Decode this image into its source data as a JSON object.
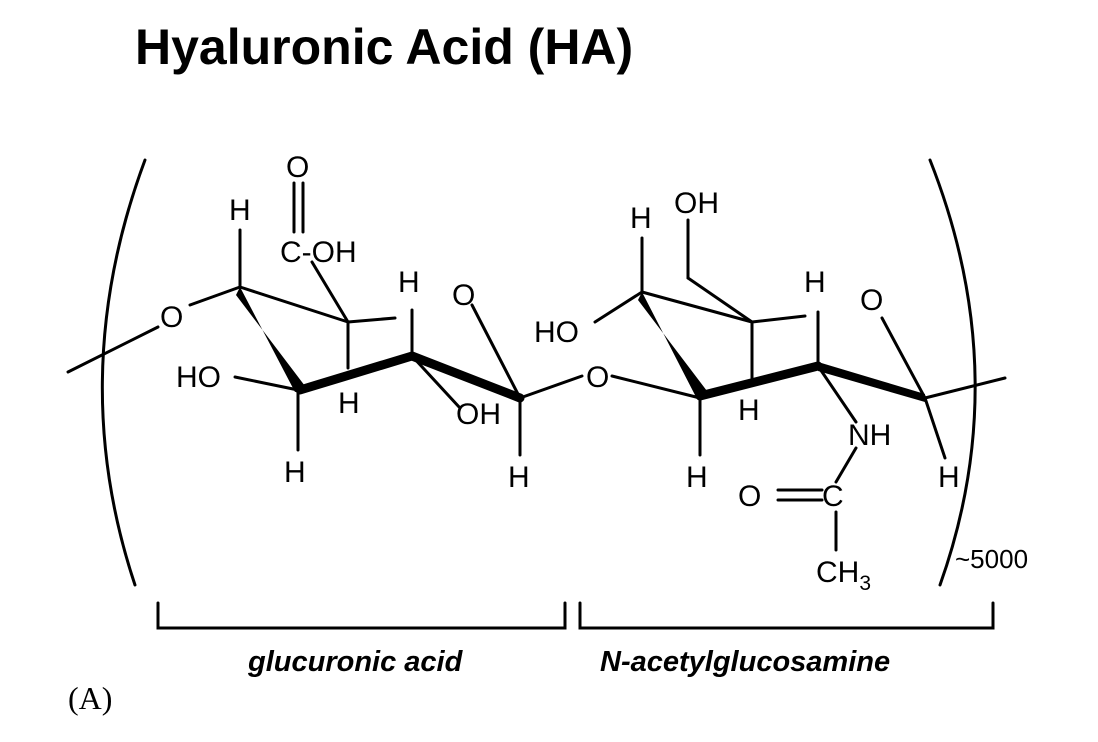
{
  "title": "Hyaluronic Acid (HA)",
  "repeat_count": "~5000",
  "units": {
    "left": "glucuronic acid",
    "right": "N-acetylglucosamine"
  },
  "panel_label": "(A)",
  "atoms": {
    "O": "O",
    "H": "H",
    "HO": "HO",
    "OH": "OH",
    "C_OH": "C-OH",
    "NH": "NH",
    "C": "C",
    "CH": "CH",
    "sub3": "3"
  }
}
